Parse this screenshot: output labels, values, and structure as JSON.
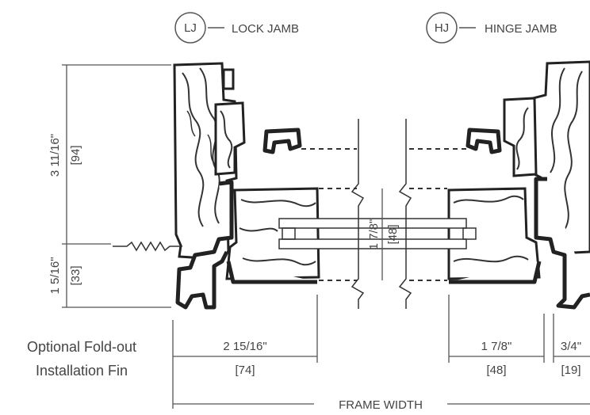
{
  "legend": {
    "lock_jamb": {
      "code": "LJ",
      "label": "LOCK JAMB"
    },
    "hinge_jamb": {
      "code": "HJ",
      "label": "HINGE JAMB"
    }
  },
  "dimensions": {
    "upper_height": {
      "imperial": "3 11/16\"",
      "metric": "[94]"
    },
    "lower_height": {
      "imperial": "1 5/16\"",
      "metric": "[33]"
    },
    "glass_thickness": {
      "imperial": "1 7/8\"",
      "metric": "[48]"
    },
    "lock_depth": {
      "imperial": "2 15/16\"",
      "metric": "[74]"
    },
    "hinge_depth": {
      "imperial": "1 7/8\"",
      "metric": "[48]"
    },
    "fin_depth": {
      "imperial": "3/4\"",
      "metric": "[19]"
    },
    "frame_width": "FRAME WIDTH"
  },
  "notes": {
    "fin_line1": "Optional Fold-out",
    "fin_line2": "Installation Fin"
  }
}
